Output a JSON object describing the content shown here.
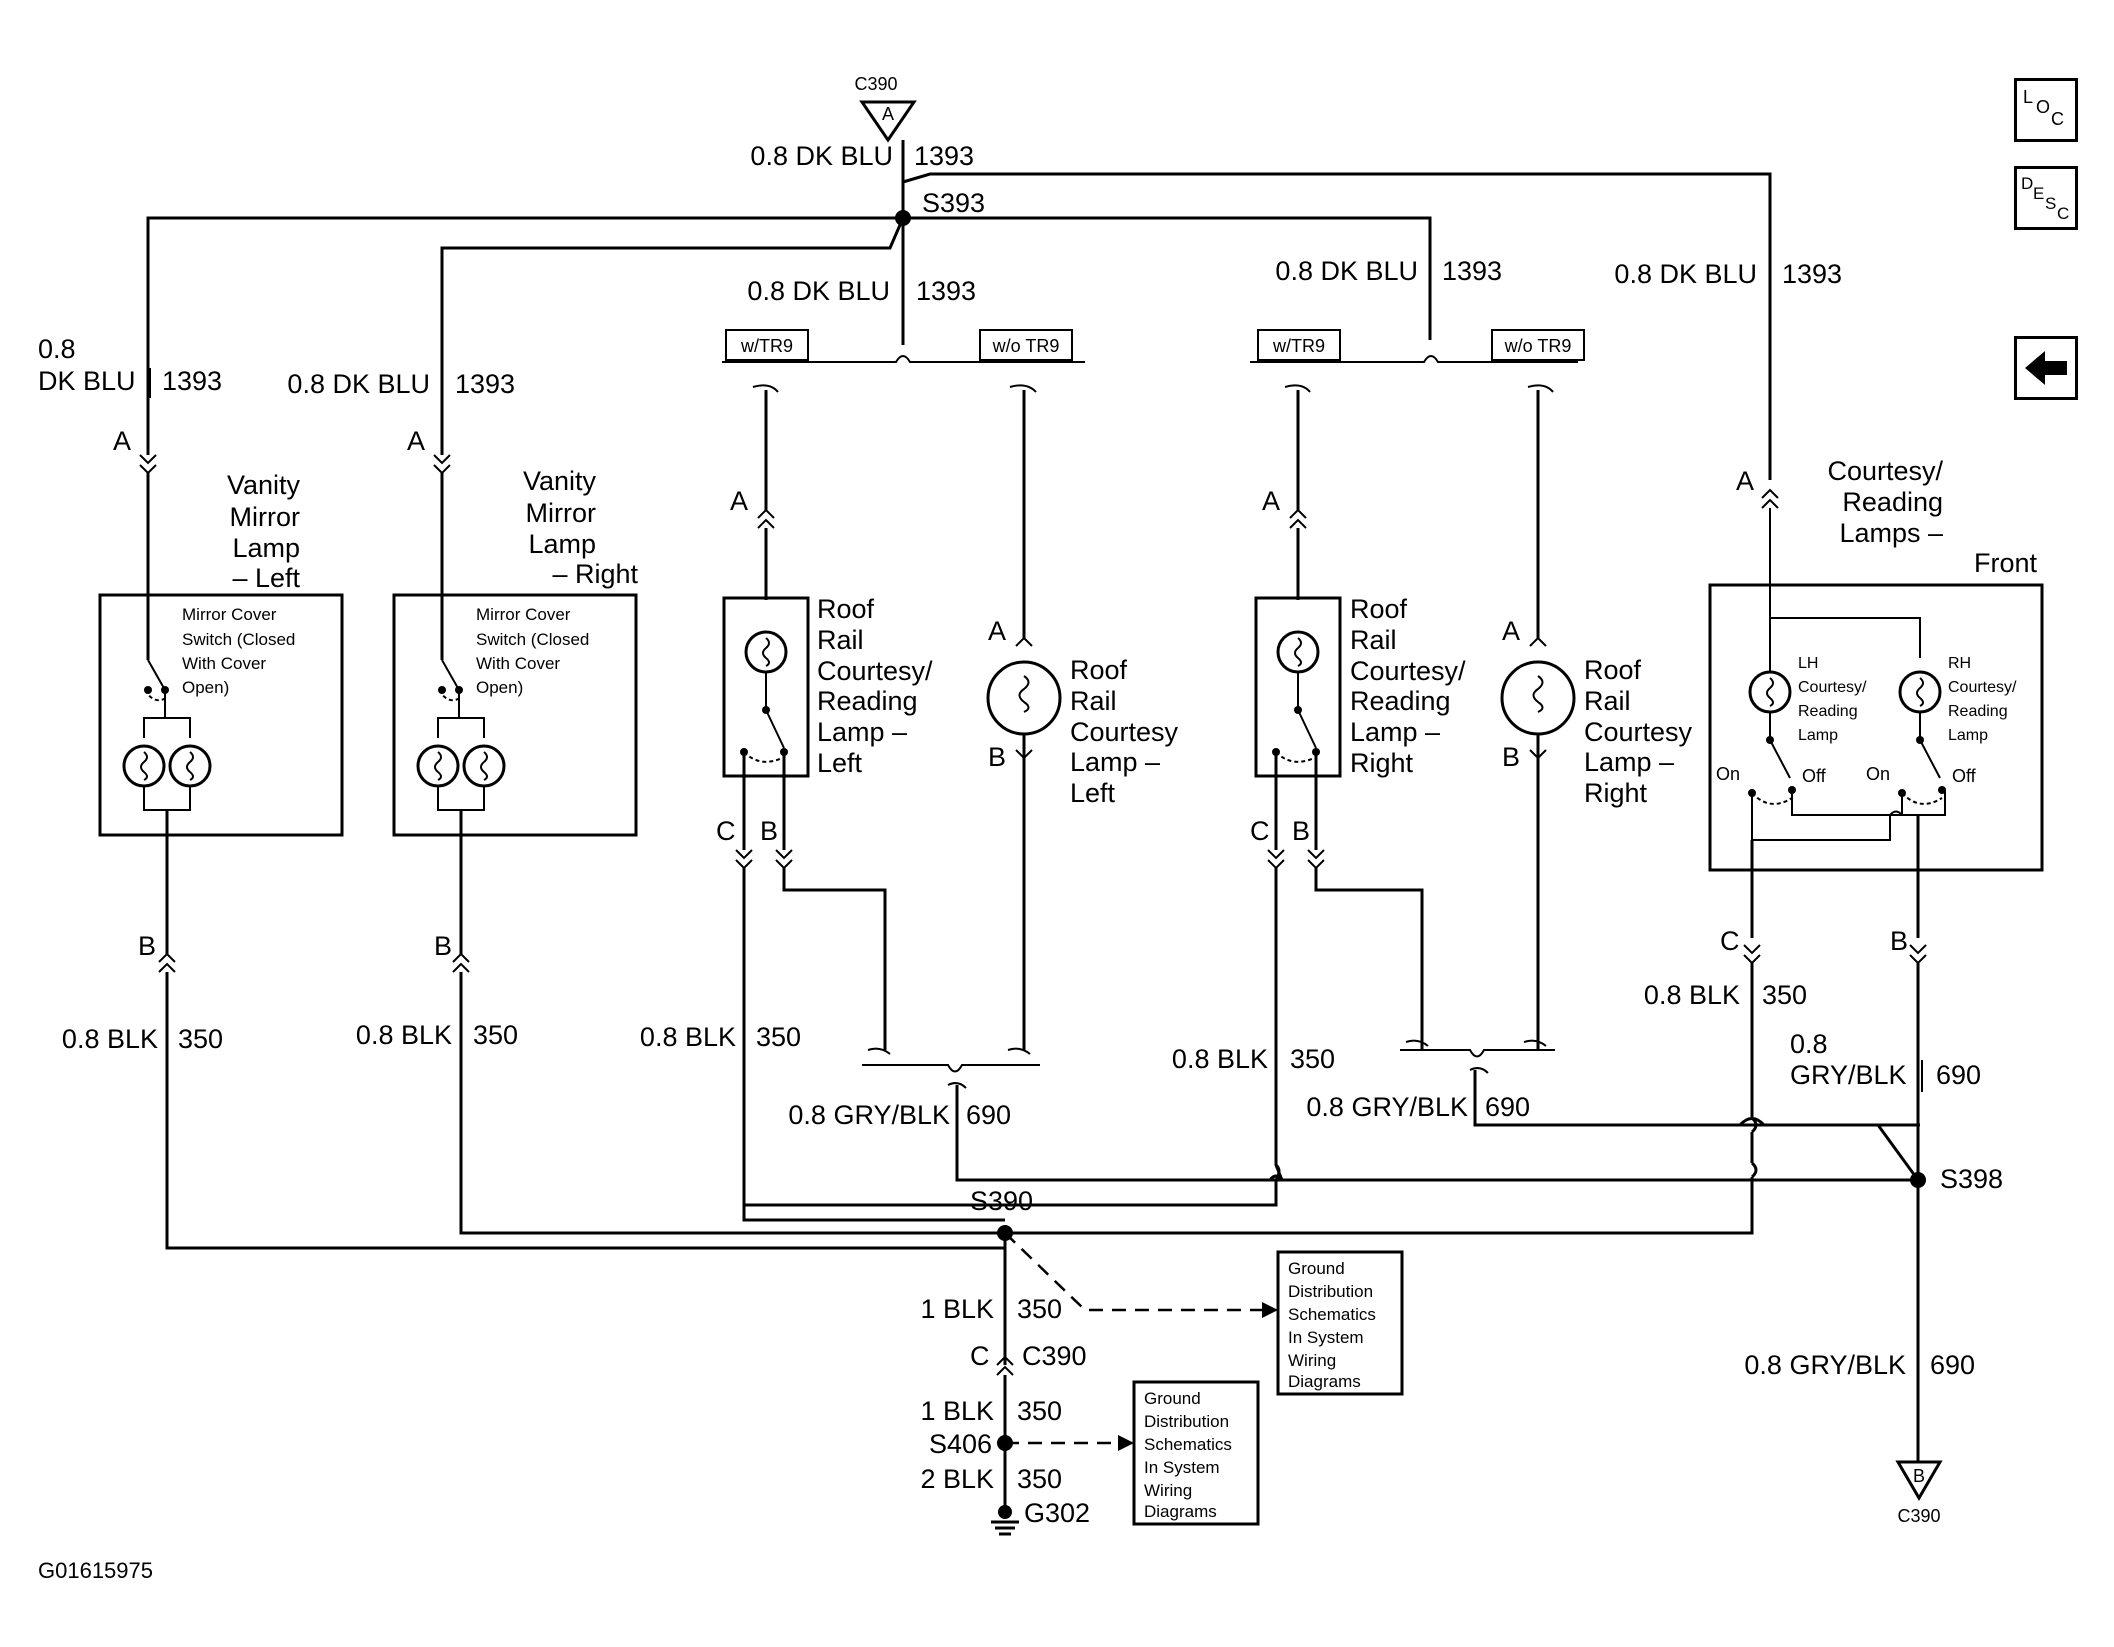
{
  "nav": {
    "loc_letters": [
      "L",
      "O",
      "C"
    ],
    "desc_letters": [
      "D",
      "E",
      "S",
      "C"
    ],
    "back_glyph": "arrow-left"
  },
  "connectors": {
    "top_id": "C390",
    "top_pin": "A",
    "bottom_id": "C390",
    "bottom_pin": "B"
  },
  "splices": {
    "s393": "S393",
    "s390": "S390",
    "s398": "S398",
    "s406": "S406",
    "g302": "G302"
  },
  "option_labels": {
    "with": "w/TR9",
    "without": "w/o TR9"
  },
  "wires": {
    "top_feed": {
      "size": "0.8 DK BLU",
      "circuit": "1393"
    },
    "center_left_feed": {
      "size": "0.8 DK BLU",
      "circuit": "1393"
    },
    "center_right_feed": {
      "size": "0.8 DK BLU",
      "circuit": "1393"
    },
    "right_feed": {
      "size": "0.8 DK BLU",
      "circuit": "1393"
    },
    "left_vanity_feed": {
      "size_line1": "0.8",
      "size_line2": "DK BLU",
      "circuit": "1393"
    },
    "right_vanity_feed": {
      "size": "0.8 DK BLU",
      "circuit": "1393"
    },
    "vanity_left_ground": {
      "size": "0.8 BLK",
      "circuit": "350"
    },
    "vanity_right_ground": {
      "size": "0.8 BLK",
      "circuit": "350"
    },
    "roof_left_ground": {
      "size": "0.8 BLK",
      "circuit": "350"
    },
    "roof_right_ground": {
      "size": "0.8 BLK",
      "circuit": "350"
    },
    "courtesy_ground": {
      "size": "0.8 BLK",
      "circuit": "350"
    },
    "left_gry": {
      "size": "0.8 GRY/BLK",
      "circuit": "690"
    },
    "right_gry": {
      "size": "0.8 GRY/BLK",
      "circuit": "690"
    },
    "courtesy_gry": {
      "size_line1": "0.8",
      "size_line2": "GRY/BLK",
      "circuit": "690"
    },
    "bottom_gry": {
      "size": "0.8 GRY/BLK",
      "circuit": "690"
    },
    "ground_main": {
      "size": "1 BLK",
      "circuit": "350"
    },
    "ground_after_c390": {
      "size": "1 BLK",
      "circuit": "350"
    },
    "ground_final": {
      "size": "2 BLK",
      "circuit": "350"
    },
    "c390_pin_c": {
      "pin": "C",
      "id": "C390"
    }
  },
  "components": {
    "vanity_left": {
      "title": [
        "Vanity",
        "Mirror",
        "Lamp",
        "– Left"
      ],
      "switch_text": [
        "Mirror Cover",
        "Switch (Closed",
        "With Cover",
        "Open)"
      ],
      "pin_top": "A",
      "pin_bottom": "B"
    },
    "vanity_right": {
      "title": [
        "Vanity",
        "Mirror",
        "Lamp",
        "– Right"
      ],
      "switch_text": [
        "Mirror Cover",
        "Switch (Closed",
        "With Cover",
        "Open)"
      ],
      "pin_top": "A",
      "pin_bottom": "B"
    },
    "roof_reading_left": {
      "title": [
        "Roof",
        "Rail",
        "Courtesy/",
        "Reading",
        "Lamp –",
        "Left"
      ],
      "pin_top": "A",
      "pin_c": "C",
      "pin_b": "B"
    },
    "roof_courtesy_left": {
      "title": [
        "Roof",
        "Rail",
        "Courtesy",
        "Lamp –",
        "Left"
      ],
      "pin_top": "A",
      "pin_bottom": "B"
    },
    "roof_reading_right": {
      "title": [
        "Roof",
        "Rail",
        "Courtesy/",
        "Reading",
        "Lamp –",
        "Right"
      ],
      "pin_top": "A",
      "pin_c": "C",
      "pin_b": "B"
    },
    "roof_courtesy_right": {
      "title": [
        "Roof",
        "Rail",
        "Courtesy",
        "Lamp –",
        "Right"
      ],
      "pin_top": "A",
      "pin_bottom": "B"
    },
    "courtesy_front": {
      "title": [
        "Courtesy/",
        "Reading",
        "Lamps –",
        "Front"
      ],
      "lh_label": [
        "LH",
        "Courtesy/",
        "Reading",
        "Lamp"
      ],
      "rh_label": [
        "RH",
        "Courtesy/",
        "Reading",
        "Lamp"
      ],
      "on": "On",
      "off": "Off",
      "pin_top": "A",
      "pin_c": "C",
      "pin_b": "B"
    }
  },
  "ground_ref_boxes": {
    "upper": [
      "Ground",
      "Distribution",
      "Schematics",
      "In System",
      "Wiring",
      "Diagrams"
    ],
    "lower": [
      "Ground",
      "Distribution",
      "Schematics",
      "In System",
      "Wiring",
      "Diagrams"
    ]
  },
  "figure_id": "G01615975"
}
